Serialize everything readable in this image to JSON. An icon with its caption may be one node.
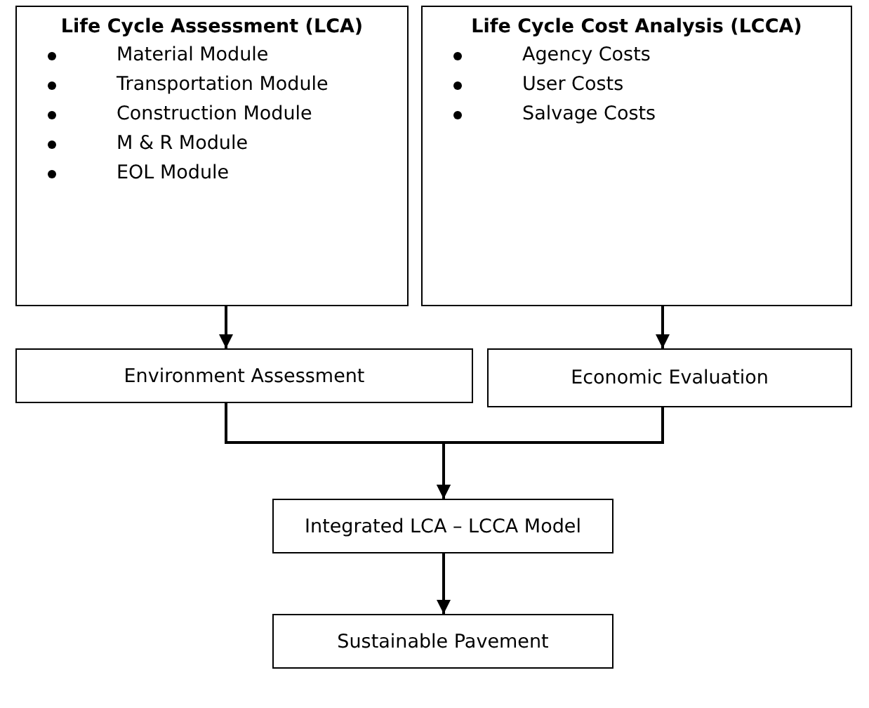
{
  "diagram": {
    "nodes": [
      {
        "text": [
          "Life Cycle Assessment (LCA)",
          "Material Module",
          "Transportation Module",
          "Construction Module",
          "M & R Module",
          "EOL Module"
        ]
      },
      {
        "text": [
          "Life Cycle Cost Analysis (LCCA)",
          "Agency Costs",
          "User Costs",
          "Salvage Costs"
        ]
      },
      {
        "text": [
          "Environment Assessment"
        ]
      },
      {
        "text": [
          "Economic Evaluation"
        ]
      },
      {
        "text": [
          "Integrated LCA – LCCA Model"
        ]
      },
      {
        "text": [
          "Sustainable Pavement"
        ]
      }
    ],
    "edges": [
      {
        "from": 0,
        "to": 2,
        "arrow": "to"
      },
      {
        "from": 1,
        "to": 3,
        "arrow": "to"
      },
      {
        "from": 2,
        "to": 4,
        "arrow": "to"
      },
      {
        "from": 3,
        "to": 4,
        "arrow": "to"
      },
      {
        "from": 4,
        "to": 5,
        "arrow": "to"
      }
    ]
  }
}
